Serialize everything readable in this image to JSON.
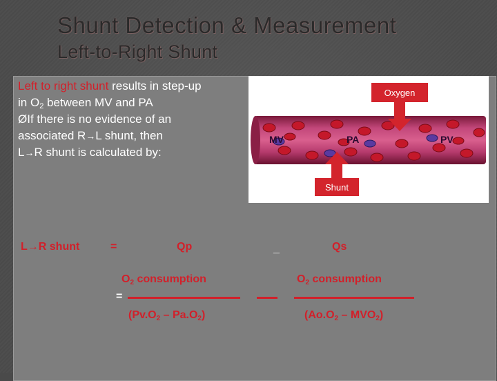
{
  "slide": {
    "title": "Shunt Detection & Measurement",
    "subtitle": "Left-to-Right Shunt"
  },
  "paragraph": {
    "line1_red": "Left to right shunt",
    "line1_rest": " results in step-up",
    "line2_pre": " in O",
    "line2_sub": "2",
    "line2_post": " between MV and PA",
    "bullet_marker": "Ø",
    "line3": "If there is no evidence of an",
    "line4_pre": "associated R",
    "line4_post": "L  shunt, then",
    "line5_pre": "L",
    "line5_post": "R shunt is calculated by:",
    "arrow": "→"
  },
  "diagram": {
    "oxygen_label": "Oxygen",
    "shunt_label": "Shunt",
    "mv_label": "MV",
    "pa_label": "PA",
    "pv_label": "PV"
  },
  "formula": {
    "lhs_pre": "L",
    "lhs_post": "R shunt",
    "arrow": "→",
    "equals": "=",
    "qp": "Qp",
    "minus": "_",
    "qs": "Qs",
    "num_left_pre": "O",
    "num_left_sub": "2",
    "num_left_post": " consumption",
    "num_right_pre": "O",
    "num_right_sub": "2",
    "num_right_post": "  consumption",
    "equals2": "=",
    "den_left": {
      "open": "(Pv.O",
      "sub1": "2",
      "mid": " – Pa.O",
      "sub2": "2",
      "close": ")"
    },
    "den_right": {
      "open": "(Ao.O",
      "sub1": "2",
      "mid": " – MVO",
      "sub2": "2",
      "close": ")"
    }
  },
  "colors": {
    "accent_red": "#d2202a",
    "text_white": "#ffffff",
    "title_dark": "#2a2a2a"
  }
}
